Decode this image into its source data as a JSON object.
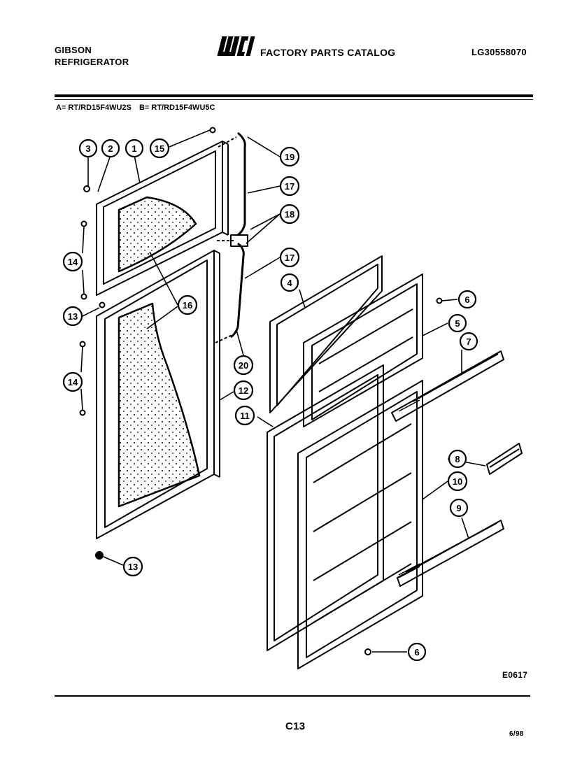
{
  "header": {
    "brand_line1": "GIBSON",
    "brand_line2": "REFRIGERATOR",
    "logo_text": "WCI",
    "catalog_title": "FACTORY PARTS CATALOG",
    "doc_number": "LG30558070"
  },
  "models": {
    "a": "A= RT/RD15F4WU2S",
    "b": "B= RT/RD15F4WU5C"
  },
  "callouts": [
    "3",
    "2",
    "1",
    "15",
    "19",
    "17",
    "18",
    "17",
    "14",
    "4",
    "6",
    "13",
    "16",
    "5",
    "7",
    "20",
    "14",
    "12",
    "11",
    "8",
    "10",
    "9",
    "13",
    "6"
  ],
  "footer": {
    "figure_code": "E0617",
    "page": "C13",
    "date": "6/98"
  },
  "colors": {
    "ink": "#000000",
    "paper": "#ffffff"
  }
}
